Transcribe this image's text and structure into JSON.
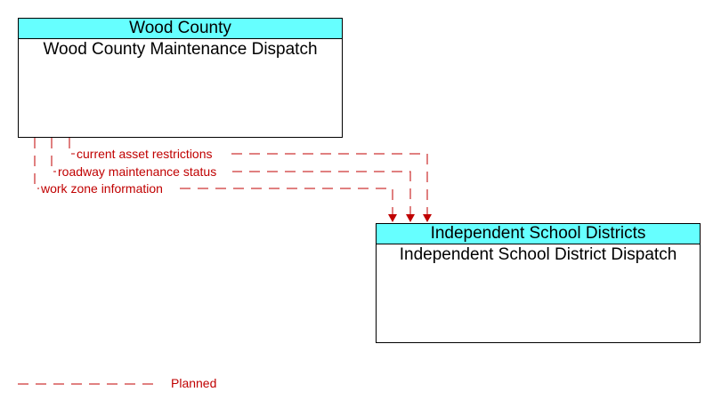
{
  "boxes": {
    "wood_county": {
      "header": "Wood County",
      "title": "Wood County Maintenance Dispatch"
    },
    "school_districts": {
      "header": "Independent School Districts",
      "title": "Independent School District Dispatch"
    }
  },
  "flows": [
    {
      "label": "current asset restrictions",
      "status": "Planned"
    },
    {
      "label": "roadway maintenance status",
      "status": "Planned"
    },
    {
      "label": "work zone information",
      "status": "Planned"
    }
  ],
  "legend": {
    "planned_label": "Planned"
  },
  "colors": {
    "header_fill": "#66ffff",
    "planned_flow": "#c00000",
    "border": "#000000"
  }
}
